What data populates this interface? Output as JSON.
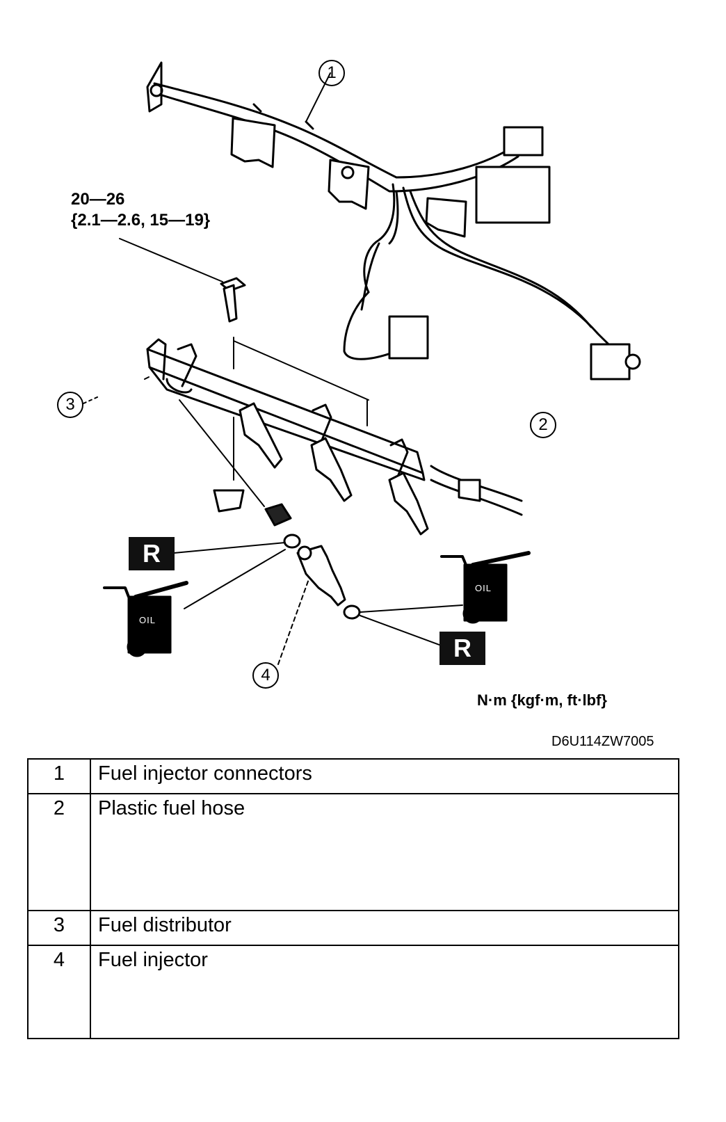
{
  "diagram": {
    "torque_spec": {
      "line1": "20—26",
      "line2": "{2.1—2.6, 15—19}"
    },
    "units_note": "N·m {kgf·m, ft·lbf}",
    "figure_code": "D6U114ZW7005",
    "callouts": [
      "1",
      "2",
      "3",
      "4"
    ],
    "replace_badge_label": "R",
    "oil_label": "OIL"
  },
  "parts_table": {
    "rows": [
      {
        "num": "1",
        "name": "Fuel injector connectors"
      },
      {
        "num": "2",
        "name": "Plastic fuel hose"
      },
      {
        "num": "3",
        "name": "Fuel distributor"
      },
      {
        "num": "4",
        "name": "Fuel injector"
      }
    ]
  }
}
